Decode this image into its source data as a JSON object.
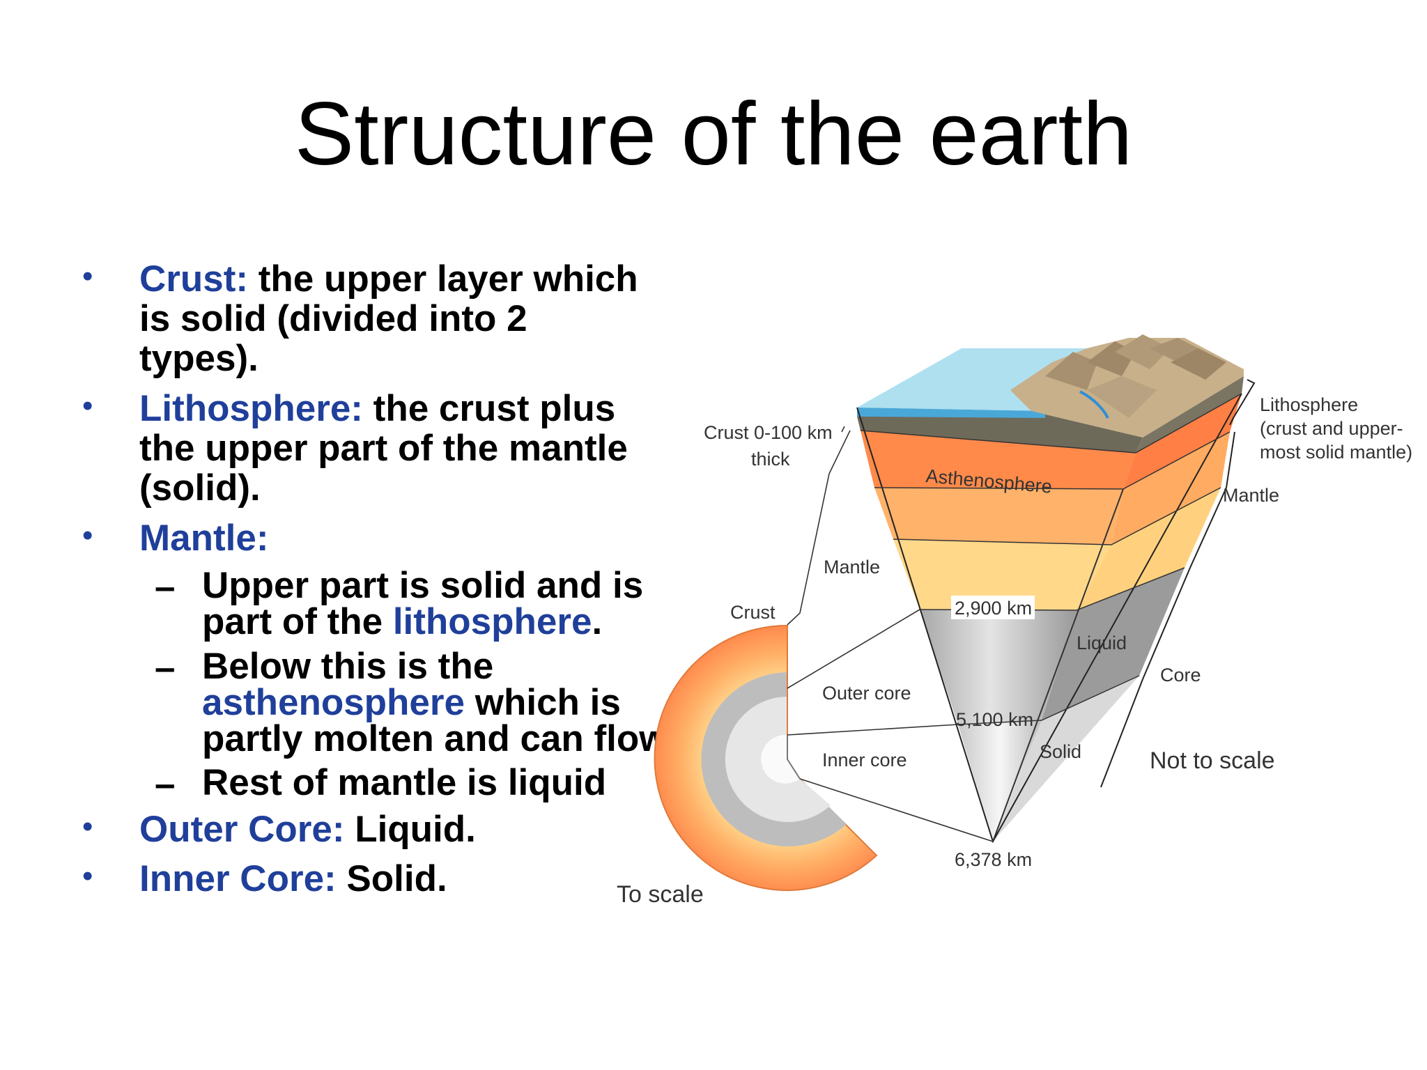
{
  "slide": {
    "title": "Structure of the earth"
  },
  "bullets": [
    {
      "term": "Crust:",
      "lines": [
        " the upper layer which",
        "is solid (divided into 2",
        "types)."
      ]
    },
    {
      "term": "Lithosphere:",
      "lines": [
        " the crust plus",
        "the upper part of the mantle",
        "(solid)."
      ]
    },
    {
      "term": "Mantle:"
    },
    {
      "term": "Outer Core:",
      "text": " Liquid."
    },
    {
      "term": "Inner Core:",
      "text": " Solid."
    }
  ],
  "sub_bullets": {
    "upper": {
      "line1": "Upper part is solid and is",
      "line2_pre": "part of the ",
      "line2_term": "lithosphere",
      "line2_post": "."
    },
    "below": {
      "line1": "Below this is the",
      "line2_term": "asthenosphere",
      "line2_post": " which is",
      "line3": "partly molten and can flow."
    },
    "rest": {
      "text": "Rest of mantle is liquid"
    }
  },
  "diagram": {
    "crust_thickness": "Crust 0-100 km",
    "crust_thickness_2": "thick",
    "asthenosphere": "Asthenosphere",
    "lithosphere_1": "Lithosphere",
    "lithosphere_2": "(crust and upper-",
    "lithosphere_3": "most solid mantle)",
    "mantle_right": "Mantle",
    "mantle_left": "Mantle",
    "crust": "Crust",
    "depth_2900": "2,900 km",
    "liquid": "Liquid",
    "core": "Core",
    "outer_core": "Outer core",
    "depth_5100": "5,100 km",
    "inner_core": "Inner core",
    "solid": "Solid",
    "not_to_scale": "Not to scale",
    "depth_6378": "6,378 km",
    "to_scale": "To scale"
  },
  "colors": {
    "term_blue": "#1f3f9a",
    "ocean": "#9ad8ec",
    "asthenosphere": "#ff8a4a",
    "mantle_upper": "#ffb26a",
    "mantle_lower": "#ffd88a",
    "outer_core": "#c4c4c4",
    "inner_core": "#e8e8e8"
  }
}
